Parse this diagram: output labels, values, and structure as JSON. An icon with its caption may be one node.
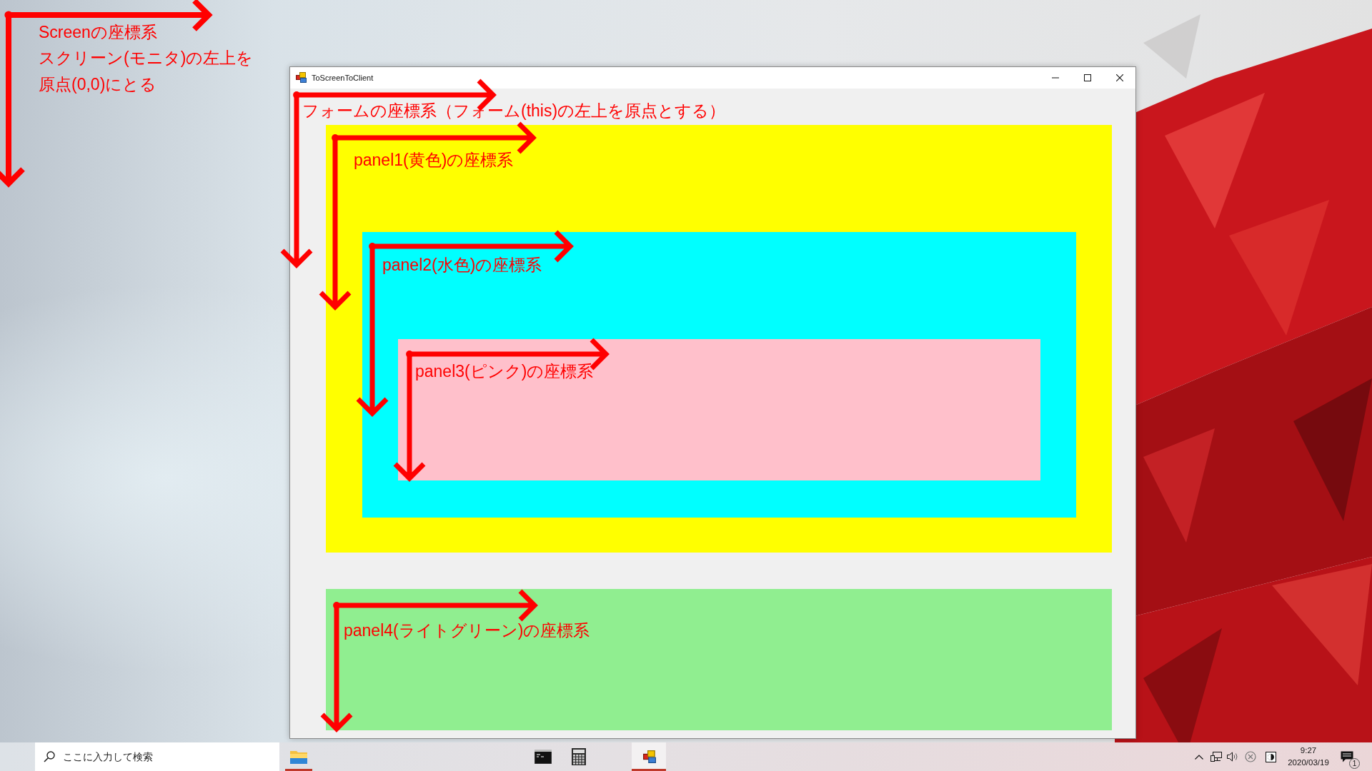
{
  "diagram": {
    "nodes": [
      {
        "text": [
          "ToScreenToClient",
          "フォームの座標系（フォーム(this)の左上を原点とする）"
        ]
      },
      {
        "text": [
          "panel1(黄色)の座標系"
        ],
        "in": 0
      },
      {
        "text": [
          "panel2(水色)の座標系"
        ],
        "in": 1
      },
      {
        "text": [
          "panel3(ピンク)の座標系"
        ],
        "in": 2
      },
      {
        "text": [
          "panel4(ライトグリーン)の座標系"
        ],
        "in": 0
      }
    ],
    "labels": [
      "Screenの座標系",
      "スクリーン(モニタ)の左上を原点(0,0)にとる",
      "ここに入力して検索",
      "9:27",
      "2020/03/19",
      "1"
    ]
  }
}
